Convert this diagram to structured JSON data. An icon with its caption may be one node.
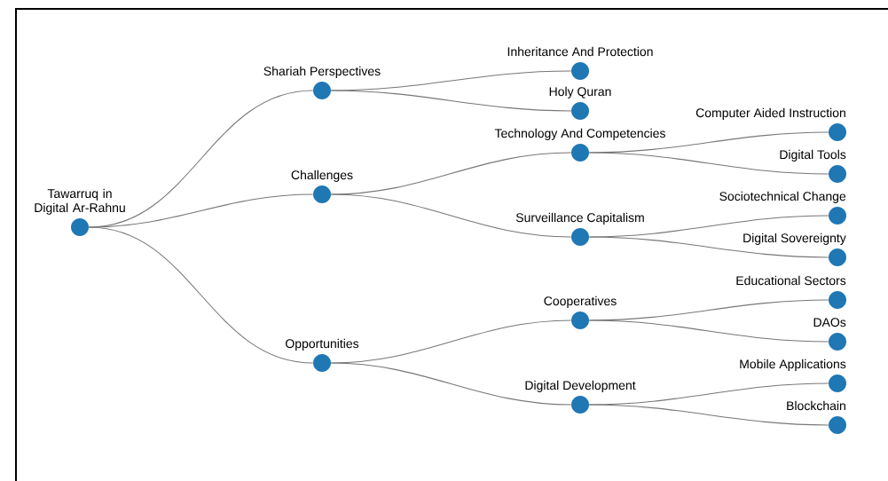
{
  "diagram": {
    "nodes": [
      {
        "text": [
          "Tawarruq in Digital Ar-Rahnu"
        ]
      },
      {
        "text": [
          "Shariah Perspectives"
        ]
      },
      {
        "text": [
          "Challenges"
        ]
      },
      {
        "text": [
          "Opportunities"
        ]
      },
      {
        "text": [
          "Inheritance And Protection"
        ]
      },
      {
        "text": [
          "Holy Quran"
        ]
      },
      {
        "text": [
          "Technology And Competencies"
        ]
      },
      {
        "text": [
          "Surveillance Capitalism"
        ]
      },
      {
        "text": [
          "Cooperatives"
        ]
      },
      {
        "text": [
          "Digital Development"
        ]
      },
      {
        "text": [
          "Computer Aided Instruction"
        ]
      },
      {
        "text": [
          "Digital Tools"
        ]
      },
      {
        "text": [
          "Sociotechnical Change"
        ]
      },
      {
        "text": [
          "Digital Sovereignty"
        ]
      },
      {
        "text": [
          "Educational Sectors"
        ]
      },
      {
        "text": [
          "DAOs"
        ]
      },
      {
        "text": [
          "Mobile Applications"
        ]
      },
      {
        "text": [
          "Blockchain"
        ]
      }
    ],
    "edges": [
      {
        "from": 0,
        "to": 1,
        "arrow": "none"
      },
      {
        "from": 0,
        "to": 2,
        "arrow": "none"
      },
      {
        "from": 0,
        "to": 3,
        "arrow": "none"
      },
      {
        "from": 1,
        "to": 4,
        "arrow": "none"
      },
      {
        "from": 1,
        "to": 5,
        "arrow": "none"
      },
      {
        "from": 2,
        "to": 6,
        "arrow": "none"
      },
      {
        "from": 2,
        "to": 7,
        "arrow": "none"
      },
      {
        "from": 3,
        "to": 8,
        "arrow": "none"
      },
      {
        "from": 3,
        "to": 9,
        "arrow": "none"
      },
      {
        "from": 6,
        "to": 10,
        "arrow": "none"
      },
      {
        "from": 6,
        "to": 11,
        "arrow": "none"
      },
      {
        "from": 7,
        "to": 12,
        "arrow": "none"
      },
      {
        "from": 7,
        "to": 13,
        "arrow": "none"
      },
      {
        "from": 8,
        "to": 14,
        "arrow": "none"
      },
      {
        "from": 8,
        "to": 15,
        "arrow": "none"
      },
      {
        "from": 9,
        "to": 16,
        "arrow": "none"
      },
      {
        "from": 9,
        "to": 17,
        "arrow": "none"
      }
    ]
  }
}
